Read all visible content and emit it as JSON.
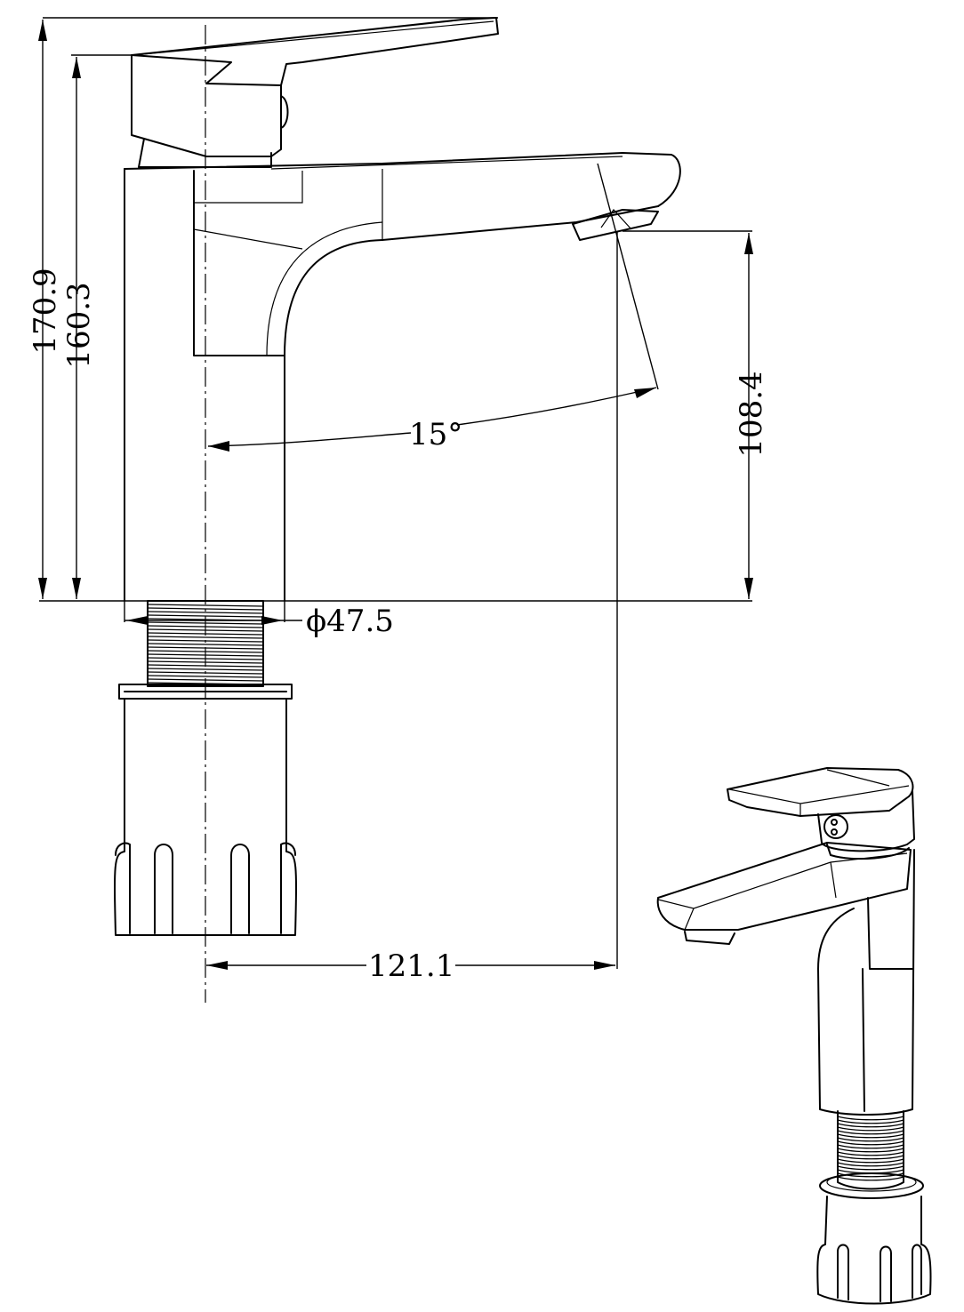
{
  "dimensions": {
    "total_height": "170.9",
    "body_height": "160.3",
    "spout_height": "108.4",
    "spout_angle": "15°",
    "base_diameter": "ϕ47.5",
    "spout_reach": "121.1"
  },
  "views": {
    "side_view": "faucet-side-elevation",
    "perspective_view": "faucet-3d-view"
  }
}
